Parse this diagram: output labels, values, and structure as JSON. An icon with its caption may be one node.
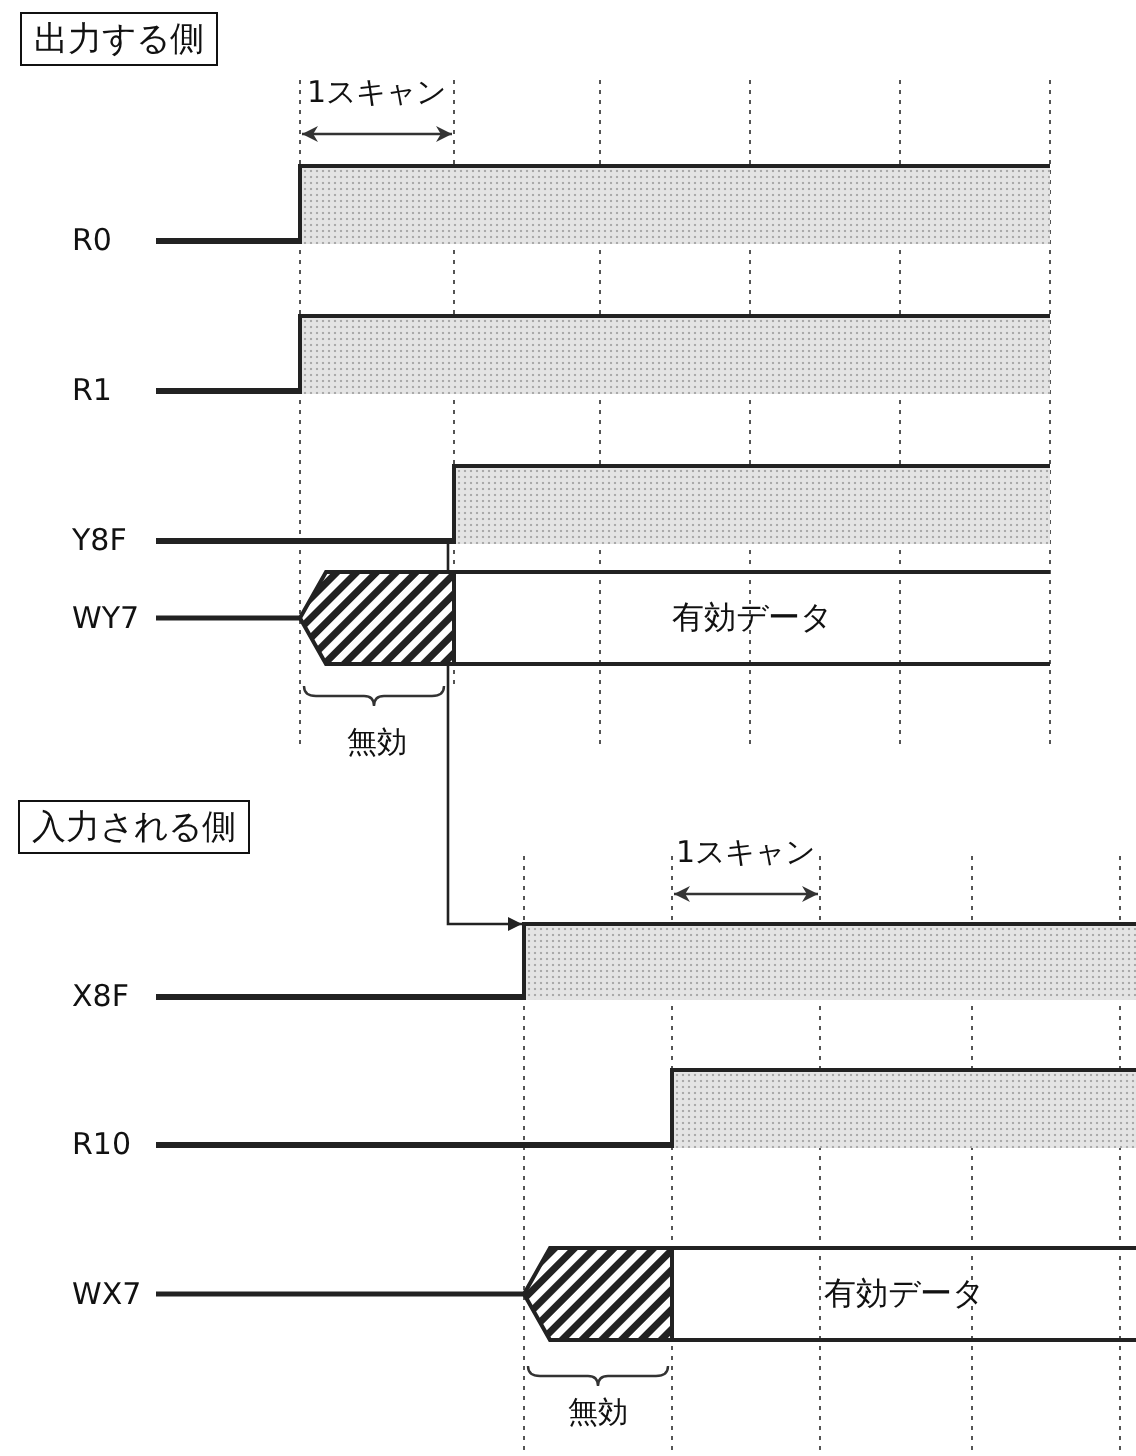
{
  "diagram": {
    "nodes": [
      {
        "text": [
          "出力する側"
        ]
      },
      {
        "text": [],
        "shape": "bar",
        "beside": [
          "R0"
        ]
      },
      {
        "text": [],
        "shape": "bar",
        "beside": [
          "R1"
        ]
      },
      {
        "text": [],
        "shape": "bar",
        "beside": [
          "Y8F"
        ]
      },
      {
        "text": [],
        "shape": "hexagon",
        "beside": [
          "WY7"
        ]
      },
      {
        "text": [
          "有効データ"
        ]
      },
      {
        "text": [
          "入力される側"
        ]
      },
      {
        "text": [],
        "shape": "bar",
        "beside": [
          "X8F"
        ]
      },
      {
        "text": [],
        "shape": "bar",
        "beside": [
          "R10"
        ]
      },
      {
        "text": [],
        "shape": "hexagon",
        "beside": [
          "WX7"
        ]
      },
      {
        "text": [
          "有効データ"
        ]
      }
    ],
    "edges": [
      {
        "from": 3,
        "to": 7,
        "arrow": "to"
      }
    ],
    "labels": [
      "1スキャン",
      "無効",
      "1スキャン",
      "無効"
    ]
  }
}
